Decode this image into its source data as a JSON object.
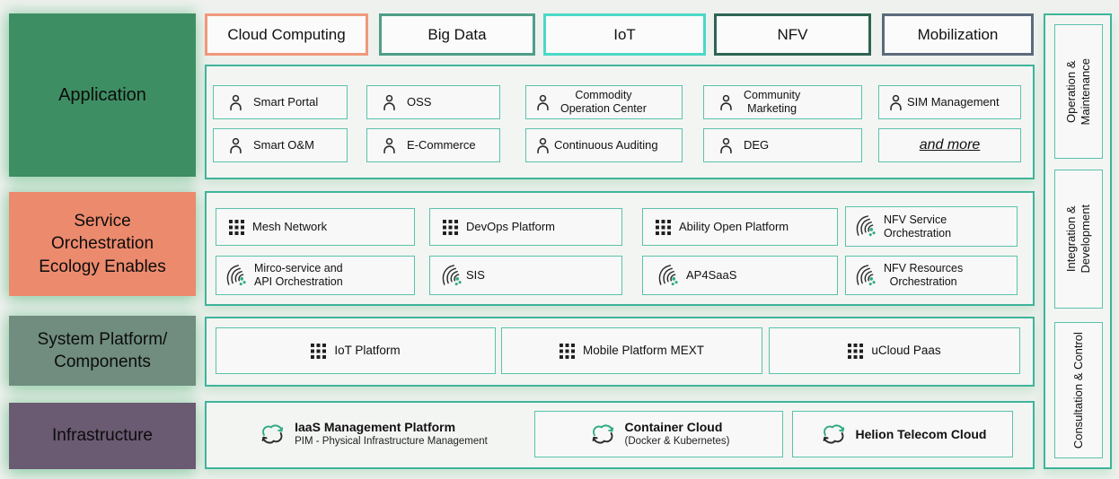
{
  "layers": [
    {
      "label": "Application",
      "color": "#3E8E63"
    },
    {
      "label": "Service\nOrchestration\nEcology Enables",
      "color": "#EC8A6D"
    },
    {
      "label": "System Platform/\nComponents",
      "color": "#708D7F"
    },
    {
      "label": "Infrastructure",
      "color": "#6A5A72"
    }
  ],
  "tabs": [
    {
      "label": "Cloud Computing",
      "border_color": "#F0987C"
    },
    {
      "label": "Big Data",
      "border_color": "#4F9E88"
    },
    {
      "label": "IoT",
      "border_color": "#4BD8C7"
    },
    {
      "label": "NFV",
      "border_color": "#2D6453"
    },
    {
      "label": "Mobilization",
      "border_color": "#5B6B7C"
    }
  ],
  "application": {
    "items": [
      {
        "label": "Smart Portal",
        "icon": "person"
      },
      {
        "label": "OSS",
        "icon": "person"
      },
      {
        "label": "Commodity\nOperation Center",
        "icon": "person"
      },
      {
        "label": "Community\nMarketing",
        "icon": "person"
      },
      {
        "label": "SIM Management",
        "icon": "person"
      },
      {
        "label": "Smart O&M",
        "icon": "person"
      },
      {
        "label": "E-Commerce",
        "icon": "person"
      },
      {
        "label": "Continuous Auditing",
        "icon": "person"
      },
      {
        "label": "DEG",
        "icon": "person"
      },
      {
        "label": "and more",
        "icon": "none"
      }
    ]
  },
  "service_orchestration": {
    "items": [
      {
        "label": "Mesh Network",
        "icon": "grid"
      },
      {
        "label": "DevOps Platform",
        "icon": "grid"
      },
      {
        "label": "Ability Open Platform",
        "icon": "grid"
      },
      {
        "label": "NFV Service\nOrchestration",
        "icon": "orchestration"
      },
      {
        "label": "Mirco-service and\nAPI Orchestration",
        "icon": "orchestration"
      },
      {
        "label": "SIS",
        "icon": "orchestration"
      },
      {
        "label": "AP4SaaS",
        "icon": "orchestration"
      },
      {
        "label": "NFV Resources\nOrchestration",
        "icon": "orchestration"
      }
    ]
  },
  "system_platform": {
    "items": [
      {
        "label": "IoT Platform",
        "icon": "grid"
      },
      {
        "label": "Mobile Platform MEXT",
        "icon": "grid"
      },
      {
        "label": "uCloud Paas",
        "icon": "grid"
      }
    ]
  },
  "infrastructure": {
    "items": [
      {
        "title": "IaaS Management Platform",
        "subtitle": "PIM - Physical Infrastructure Management",
        "icon": "cloud-sync"
      },
      {
        "title": "Container Cloud",
        "subtitle": "(Docker & Kubernetes)",
        "icon": "cloud-sync"
      },
      {
        "title": "Helion Telecom Cloud",
        "subtitle": "",
        "icon": "cloud-sync"
      }
    ]
  },
  "side_panels": [
    {
      "label": "Operation &\nMaintenance"
    },
    {
      "label": "Integration &\nDevelopment"
    },
    {
      "label": "Consultation & Control"
    }
  ],
  "colors": {
    "container_border": "#3FB49A",
    "inner_box_border": "#5BC2AC",
    "glow": "#90CDA7",
    "icon_green": "#2FA983",
    "background": "#EEF1EE",
    "text": "#111111"
  }
}
